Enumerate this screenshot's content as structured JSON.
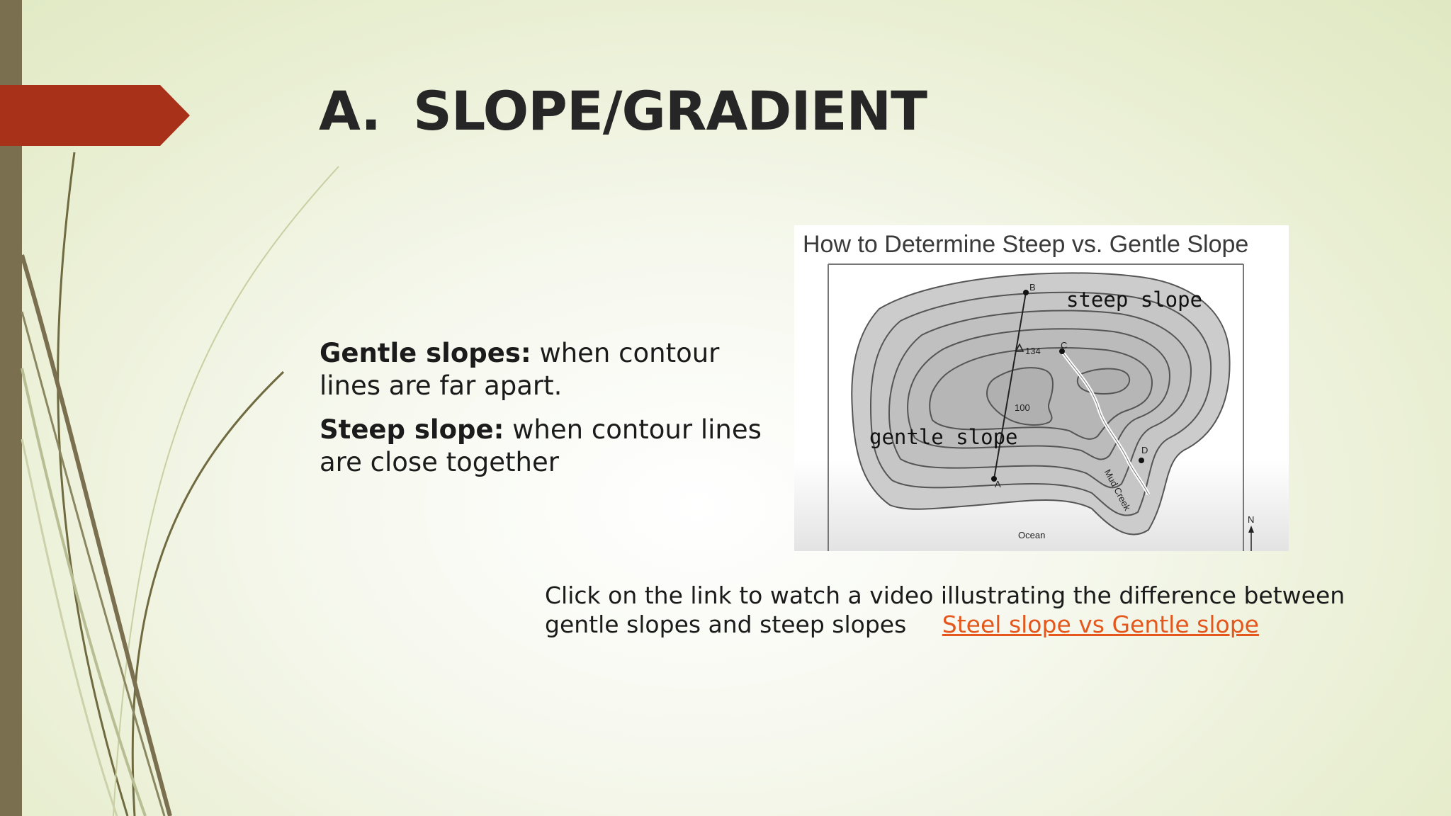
{
  "slide": {
    "title_letter": "A.",
    "title_text": "SLOPE/GRADIENT",
    "definitions": [
      {
        "term": "Gentle slopes:",
        "text": " when contour lines are far apart."
      },
      {
        "term": "Steep slope:",
        "text": " when contour lines are close together"
      }
    ],
    "caption_text": "Click on the link to watch a video illustrating the difference between gentle slopes and steep slopes",
    "link_text": "Steel slope vs Gentle slope"
  },
  "figure": {
    "title": "How to Determine Steep vs. Gentle Slope",
    "labels": {
      "steep": "steep slope",
      "gentle": "gentle slope",
      "point_b": "B",
      "point_a": "A",
      "point_c": "C",
      "point_d": "D",
      "elev_134": "134",
      "contour_100": "100",
      "creek": "Mud Creek",
      "ocean": "Ocean",
      "north": "N"
    }
  },
  "colors": {
    "accent_banner": "#a8311a",
    "left_bar": "#7a7050",
    "link": "#e4571d"
  }
}
